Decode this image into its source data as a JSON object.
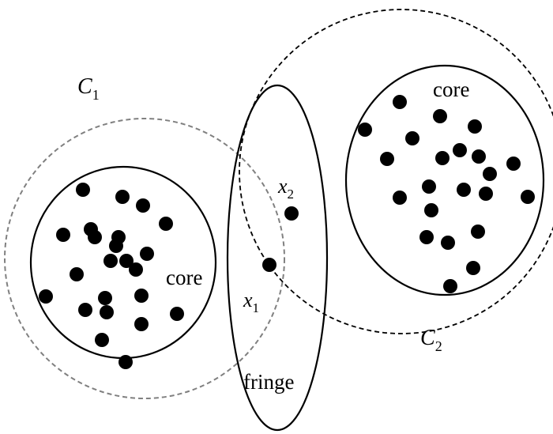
{
  "labels": {
    "c1": "C",
    "c1_sub": "1",
    "c2": "C",
    "c2_sub": "2",
    "x1": "x",
    "x1_sub": "1",
    "x2": "x",
    "x2_sub": "2",
    "core_left": "core",
    "core_right": "core",
    "fringe": "fringe"
  },
  "colors": {
    "point": "#000000",
    "solid_stroke": "#000000",
    "c1_dashed_stroke": "#808080",
    "c2_dashed_stroke": "#000000"
  },
  "clusters": {
    "left_core_points": 23,
    "right_core_points": 22,
    "fringe_points": 2
  }
}
